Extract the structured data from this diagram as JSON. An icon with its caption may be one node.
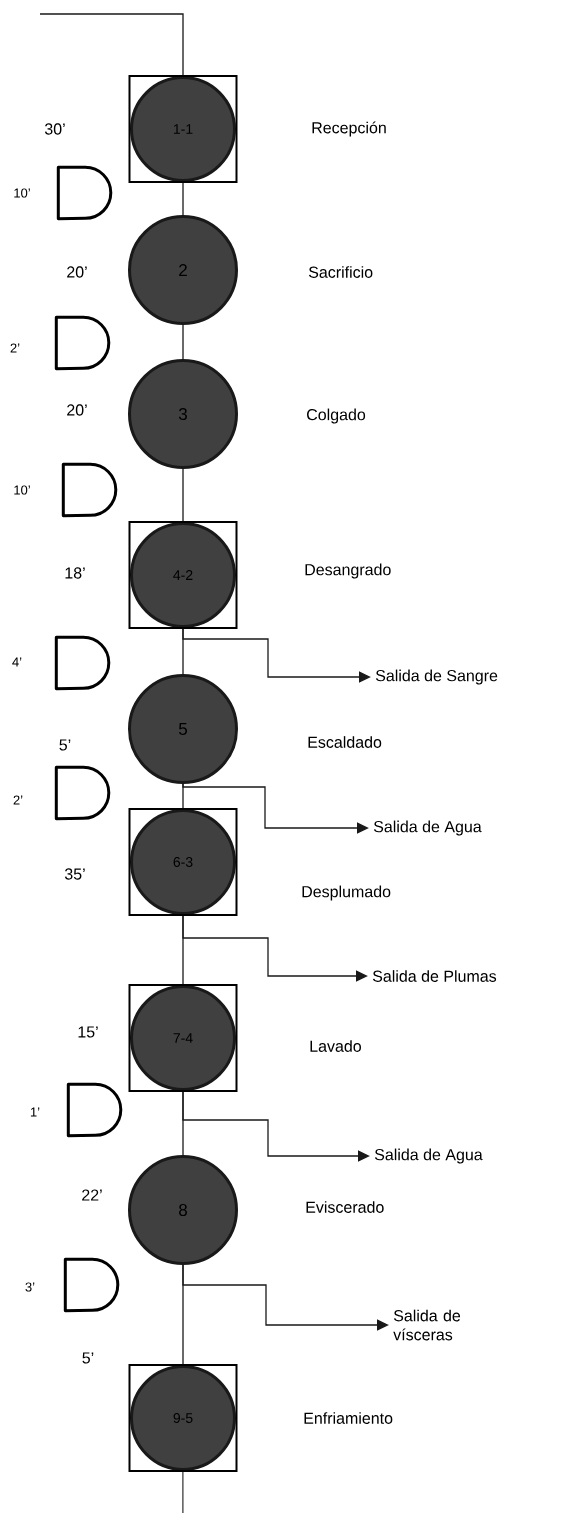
{
  "diagram": {
    "nodes": [
      {
        "text": [
          "1-1"
        ]
      },
      {
        "text": [],
        "shape": "delay",
        "beside": [
          "10’"
        ]
      },
      {
        "text": [
          "2"
        ]
      },
      {
        "text": [],
        "shape": "delay",
        "beside": [
          "2’"
        ]
      },
      {
        "text": [
          "3"
        ]
      },
      {
        "text": [],
        "shape": "delay",
        "beside": [
          "10’"
        ]
      },
      {
        "text": [
          "4-2"
        ]
      },
      {
        "text": [],
        "shape": "delay",
        "beside": [
          "4’"
        ]
      },
      {
        "text": [
          "Salida de Sangre"
        ]
      },
      {
        "text": [
          "5"
        ]
      },
      {
        "text": [],
        "shape": "delay",
        "beside": [
          "2’"
        ]
      },
      {
        "text": [
          "Salida de Agua"
        ]
      },
      {
        "text": [
          "6-3"
        ]
      },
      {
        "text": [
          "Salida de Plumas"
        ]
      },
      {
        "text": [
          "7-4"
        ]
      },
      {
        "text": [],
        "shape": "delay",
        "beside": [
          "1’"
        ]
      },
      {
        "text": [
          "Salida de Agua"
        ]
      },
      {
        "text": [
          "8"
        ]
      },
      {
        "text": [],
        "shape": "delay",
        "beside": [
          "3’"
        ]
      },
      {
        "text": [
          "Salida de vísceras"
        ]
      },
      {
        "text": [
          "9-5"
        ]
      }
    ],
    "edges": [
      {
        "from": null,
        "to": 0,
        "arrow": "none"
      },
      {
        "from": 0,
        "to": 2,
        "arrow": "none"
      },
      {
        "from": 2,
        "to": 4,
        "arrow": "none"
      },
      {
        "from": 4,
        "to": 6,
        "arrow": "none"
      },
      {
        "from": 6,
        "to": 9,
        "arrow": "none"
      },
      {
        "from": 6,
        "to": 8,
        "arrow": "to"
      },
      {
        "from": 9,
        "to": 12,
        "arrow": "none"
      },
      {
        "from": 9,
        "to": 11,
        "arrow": "to"
      },
      {
        "from": 12,
        "to": 14,
        "arrow": "none"
      },
      {
        "from": 12,
        "to": 13,
        "arrow": "to"
      },
      {
        "from": 14,
        "to": 17,
        "arrow": "none"
      },
      {
        "from": 14,
        "to": 16,
        "arrow": "to"
      },
      {
        "from": 17,
        "to": 20,
        "arrow": "none"
      },
      {
        "from": 17,
        "to": 19,
        "arrow": "to"
      },
      {
        "from": 20,
        "to": null,
        "arrow": "none"
      }
    ],
    "labels": [
      "30’",
      "Recepción",
      "20’",
      "Sacrificio",
      "20’",
      "Colgado",
      "18’",
      "Desangrado",
      "5’",
      "Escaldado",
      "35’",
      "Desplumado",
      "15’",
      "Lavado",
      "22’",
      "Eviscerado",
      "5’",
      "Enfriamiento"
    ]
  }
}
